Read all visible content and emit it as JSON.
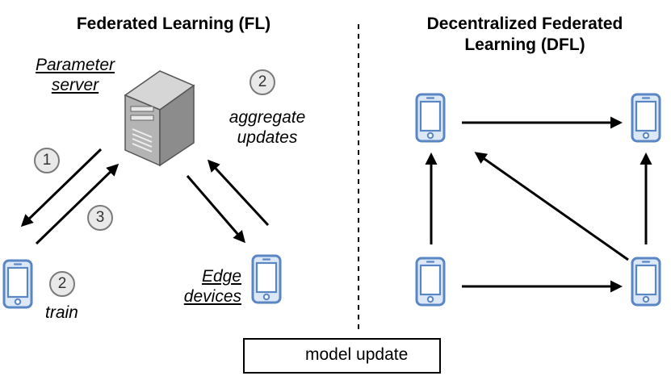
{
  "fl": {
    "title": "Federated Learning (FL)",
    "parameter_server": [
      "Parameter",
      "server"
    ],
    "aggregate": [
      "aggregate",
      "updates"
    ],
    "edge_devices": [
      "Edge",
      "devices"
    ],
    "train": "train",
    "steps": {
      "send": "1",
      "aggregate": "2",
      "train": "2",
      "return": "3"
    }
  },
  "dfl": {
    "title_line1": "Decentralized Federated",
    "title_line2": "Learning (DFL)"
  },
  "legend": {
    "label": "model update"
  },
  "colors": {
    "phone_fill": "#dce8f7",
    "phone_stroke": "#5b86c4",
    "server_fill": "#9e9e9e",
    "step_fill": "#e9e9e9"
  }
}
